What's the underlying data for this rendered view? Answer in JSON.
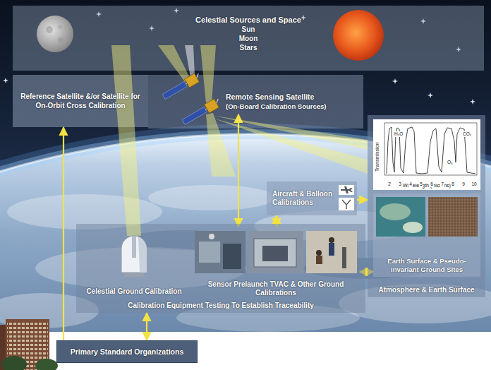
{
  "diagram": {
    "nodes": [
      {
        "text": [
          "Celestial Sources and Space",
          "Sun",
          "Moon",
          "Stars"
        ]
      },
      {
        "text": [
          "Reference Satellite &/or Satellite for On-Orbit Cross Calibration"
        ]
      },
      {
        "text": [
          "Remote Sensing Satellite",
          "(On-Board Calibration Sources)"
        ]
      },
      {
        "text": [
          "Atmosphere & Earth Surface"
        ]
      },
      {
        "text": [
          "Wavelength (microns)"
        ],
        "in": 3
      },
      {
        "text": [
          "Earth Surface & Pseudo-Invariant Ground Sites"
        ],
        "in": 3
      },
      {
        "text": [
          "Aircraft & Balloon Calibrations"
        ]
      },
      {
        "text": [
          "Calibration Equipment Testing To Establish Traceability"
        ]
      },
      {
        "text": [
          "Celestial Ground Calibration"
        ],
        "in": 7
      },
      {
        "text": [
          "Sensor Prelaunch TVAC & Other Ground Calibrations"
        ],
        "in": 7
      },
      {
        "text": [
          "Primary Standard Organizations"
        ]
      }
    ],
    "edges": [
      {
        "from": 10,
        "to": 1,
        "arrow": "to"
      },
      {
        "from": 2,
        "to": 9,
        "arrow": "both"
      },
      {
        "from": 6,
        "to": 9,
        "arrow": "both"
      },
      {
        "from": 6,
        "to": 3,
        "arrow": "to"
      },
      {
        "from": 9,
        "to": 5,
        "arrow": "both"
      },
      {
        "from": 7,
        "to": 10,
        "arrow": "both"
      }
    ],
    "labels": [
      "Transmission",
      "H₂O",
      "CO₂",
      "O₃",
      "2",
      "3",
      "4",
      "5",
      "6",
      "7",
      "8",
      "9",
      "10"
    ]
  }
}
